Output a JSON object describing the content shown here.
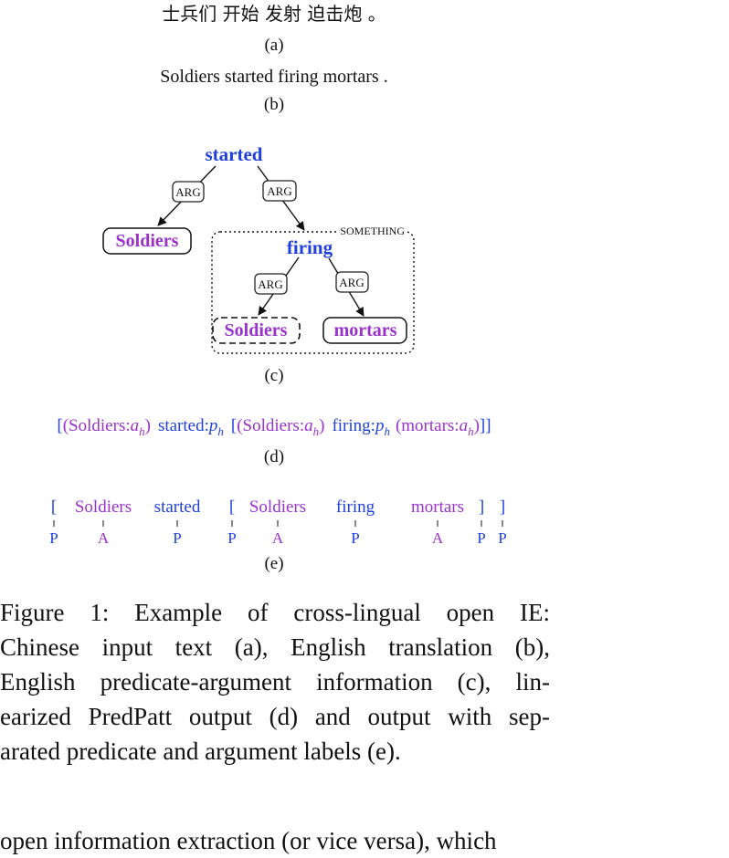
{
  "colors": {
    "predicate": "#1f3fe0",
    "argument": "#9932cc",
    "text": "#111111",
    "label_border": "#222222"
  },
  "panel_a": {
    "text": "士兵们 开始 发射 迫击炮 。",
    "label": "(a)"
  },
  "panel_b": {
    "text": "Soldiers started firing mortars .",
    "label": "(b)"
  },
  "panel_c": {
    "label": "(c)",
    "root": "started",
    "arg_soldiers": "Soldiers",
    "edge_arg": "ARG",
    "something_label": "SOMETHING",
    "inner_pred": "firing",
    "inner_soldiers": "Soldiers",
    "inner_mortars": "mortars"
  },
  "panel_d": {
    "label": "(d)",
    "open1": "[",
    "arg1": "(Soldiers:",
    "pred1": "started:",
    "open2": "[",
    "arg2": "(Soldiers:",
    "pred2": "firing:",
    "arg3": "(mortars:",
    "close": "]]",
    "sym_a": "a",
    "sym_p": "p",
    "sub_h": "h",
    "paren_close": ")"
  },
  "panel_e": {
    "label": "(e)",
    "tokens": [
      {
        "word": "[",
        "tag": "P",
        "role": "pred"
      },
      {
        "word": "Soldiers",
        "tag": "A",
        "role": "arg"
      },
      {
        "word": "started",
        "tag": "P",
        "role": "pred"
      },
      {
        "word": "[",
        "tag": "P",
        "role": "pred"
      },
      {
        "word": "Soldiers",
        "tag": "A",
        "role": "arg"
      },
      {
        "word": "firing",
        "tag": "P",
        "role": "pred"
      },
      {
        "word": "mortars",
        "tag": "A",
        "role": "arg"
      },
      {
        "word": "]",
        "tag": "P",
        "role": "pred"
      },
      {
        "word": "]",
        "tag": "P",
        "role": "pred"
      }
    ]
  },
  "caption": {
    "lines": [
      "Figure 1:  Example of cross-lingual open IE:",
      "Chinese input text (a), English translation (b),",
      "English predicate-argument information (c), lin-",
      "earized PredPatt output (d) and output with sep-",
      "arated predicate and argument labels (e)."
    ]
  },
  "body_text": "open information extraction (or vice versa), which"
}
